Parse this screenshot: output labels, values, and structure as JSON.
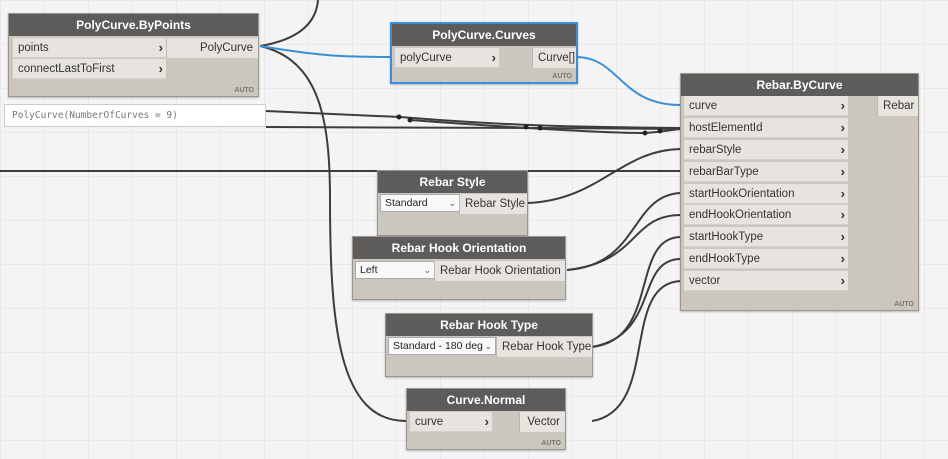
{
  "nodes": {
    "polycurve_bypoints": {
      "title": "PolyCurve.ByPoints",
      "inputs": [
        "points",
        "connectLastToFirst"
      ],
      "output": "PolyCurve",
      "lacing": "AUTO",
      "preview": "PolyCurve(NumberOfCurves = 9)"
    },
    "polycurve_curves": {
      "title": "PolyCurve.Curves",
      "inputs": [
        "polyCurve"
      ],
      "output": "Curve[]",
      "lacing": "AUTO"
    },
    "rebar_bycurve": {
      "title": "Rebar.ByCurve",
      "inputs": [
        "curve",
        "hostElementId",
        "rebarStyle",
        "rebarBarType",
        "startHookOrientation",
        "endHookOrientation",
        "startHookType",
        "endHookType",
        "vector"
      ],
      "output": "Rebar",
      "lacing": "AUTO"
    },
    "rebar_style": {
      "title": "Rebar Style",
      "selected": "Standard",
      "output": "Rebar Style"
    },
    "rebar_hook_orientation": {
      "title": "Rebar Hook Orientation",
      "selected": "Left",
      "output": "Rebar Hook Orientation"
    },
    "rebar_hook_type": {
      "title": "Rebar Hook Type",
      "selected": "Standard - 180 deg",
      "output": "Rebar Hook Type"
    },
    "curve_normal": {
      "title": "Curve.Normal",
      "inputs": [
        "curve"
      ],
      "output": "Vector",
      "lacing": "AUTO"
    }
  },
  "colors": {
    "wire": "#3d3d3d",
    "selected_wire": "#3b8fd6",
    "node_header": "#5e5c5a",
    "node_body": "#cbc6be",
    "port_bg": "#e7e4df"
  }
}
